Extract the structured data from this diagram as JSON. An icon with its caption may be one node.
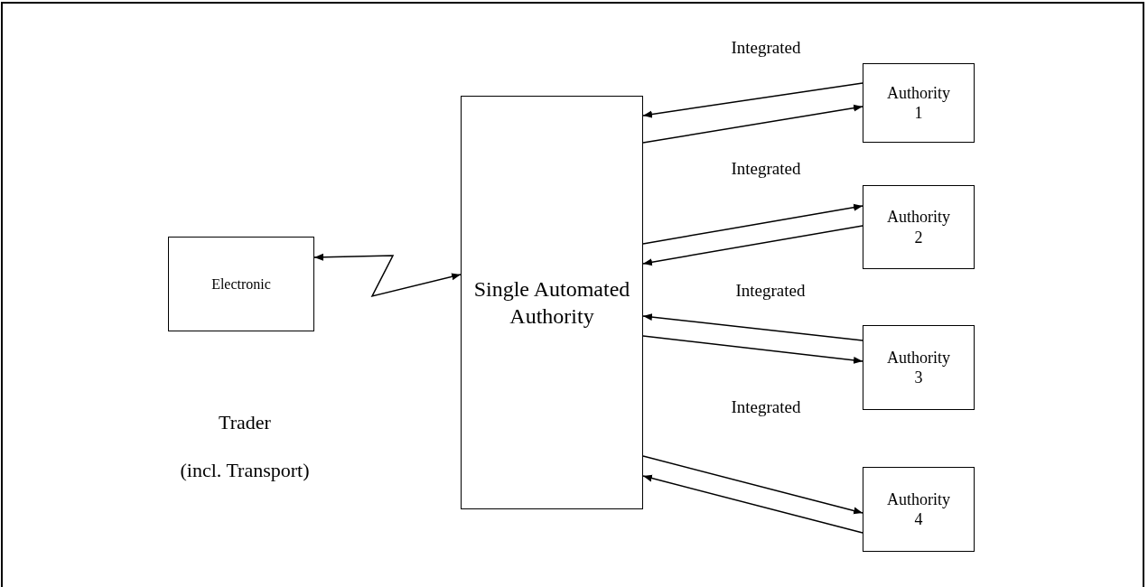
{
  "diagram": {
    "nodes": [
      {
        "text": [
          "Electronic"
        ]
      },
      {
        "text": [
          "Single Automated Authority"
        ]
      },
      {
        "text": [
          "Authority 1"
        ]
      },
      {
        "text": [
          "Authority 2"
        ]
      },
      {
        "text": [
          "Authority 3"
        ]
      },
      {
        "text": [
          "Authority 4"
        ]
      }
    ],
    "edges": [
      {
        "from": 0,
        "to": 1,
        "arrow": "both"
      },
      {
        "from": 2,
        "to": 1,
        "arrow": "to",
        "label": "Integrated"
      },
      {
        "from": 1,
        "to": 2,
        "arrow": "to"
      },
      {
        "from": 1,
        "to": 3,
        "arrow": "to",
        "label": "Integrated"
      },
      {
        "from": 3,
        "to": 1,
        "arrow": "to"
      },
      {
        "from": 4,
        "to": 1,
        "arrow": "to",
        "label": "Integrated"
      },
      {
        "from": 1,
        "to": 4,
        "arrow": "to"
      },
      {
        "from": 1,
        "to": 5,
        "arrow": "to",
        "label": "Integrated"
      },
      {
        "from": 5,
        "to": 1,
        "arrow": "to"
      }
    ],
    "labels": [
      "Trader",
      "(incl. Transport)"
    ]
  }
}
